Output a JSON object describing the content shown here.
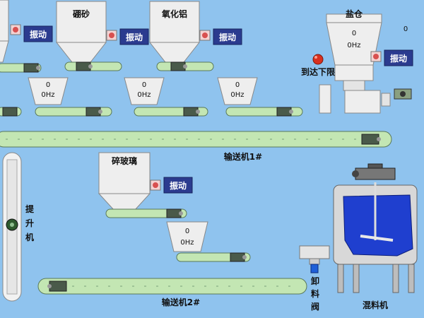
{
  "hoppers": {
    "top_left": {
      "vibrate_label": "振动"
    },
    "borax": {
      "name": "硼砂",
      "vibrate_label": "振动"
    },
    "alumina": {
      "name": "氧化铝",
      "vibrate_label": "振动"
    },
    "salt": {
      "name": "盐仓",
      "value": "0",
      "freq": "0Hz",
      "side_value": "0",
      "vibrate_label": "振动",
      "limit_label": "到达下限"
    },
    "cullet": {
      "name": "碎玻璃",
      "vibrate_label": "振动"
    }
  },
  "feeders": {
    "f1": {
      "value": "0",
      "freq": "0Hz"
    },
    "f2": {
      "value": "0",
      "freq": "0Hz"
    },
    "f3": {
      "value": "0",
      "freq": "0Hz"
    },
    "f4": {
      "value": "0",
      "freq": "0Hz"
    }
  },
  "conveyor1": {
    "label": "输送机1#"
  },
  "conveyor2": {
    "label": "输送机2#"
  },
  "elevator": {
    "label": [
      "提",
      "升",
      "机"
    ]
  },
  "valve": {
    "label": [
      "卸",
      "料",
      "阀"
    ]
  },
  "mixer": {
    "label": "混料机"
  },
  "colors": {
    "background": "#8fc3ee",
    "hopper": "#eeeeee",
    "belt": "#c3e6b3",
    "button": "#2b3b8f",
    "mixer_fill": "#1f3fcf",
    "alarm": "#d9301f"
  },
  "icons": [
    "vibrator-icon",
    "motor-icon",
    "alarm-light-icon",
    "agitator-motor-icon"
  ]
}
